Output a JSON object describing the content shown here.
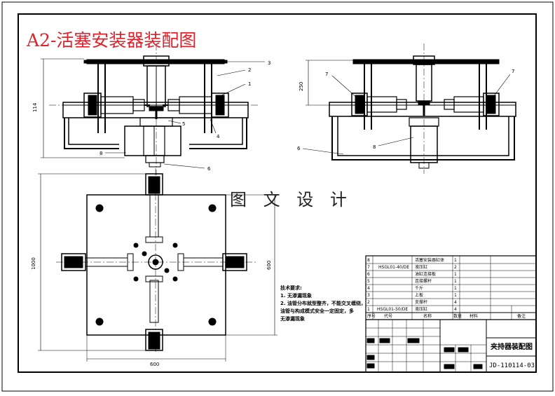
{
  "title": "A2-活塞安装器装配图",
  "watermark": "图 文 设 计",
  "dimensions": {
    "front_height": "114",
    "side_height": "250",
    "plan_height_left": "1000",
    "plan_height_right": "600",
    "plan_width": "600"
  },
  "balloons_front": [
    "3",
    "2",
    "1",
    "5",
    "4",
    "8",
    "6"
  ],
  "balloons_side": [
    "7",
    "7",
    "6",
    "8"
  ],
  "notes": {
    "heading": "技术要求:",
    "line1": "1. 无渗漏现象",
    "line2": "2. 油管分布就型整齐，不能交叉缠绕，",
    "line3": "   油管与构成模式安全一定固定，多",
    "line4": "   无渗漏现象"
  },
  "bom": {
    "rows": [
      {
        "no": "8",
        "code": "",
        "name": "活塞安装器缸体",
        "qty": "1"
      },
      {
        "no": "7",
        "code": "HSGL01-40/DE",
        "name": "液压缸",
        "qty": "2"
      },
      {
        "no": "6",
        "code": "",
        "name": "油缸连接板",
        "qty": "1"
      },
      {
        "no": "5",
        "code": "",
        "name": "连接螺杆",
        "qty": "1"
      },
      {
        "no": "4",
        "code": "",
        "name": "千斤",
        "qty": "1"
      },
      {
        "no": "3",
        "code": "",
        "name": "上板",
        "qty": "1"
      },
      {
        "no": "2",
        "code": "",
        "name": "支撑杆",
        "qty": "4"
      },
      {
        "no": "1",
        "code": "HSGL01-50/DE",
        "name": "液压缸",
        "qty": "4"
      }
    ],
    "header": {
      "no": "序号",
      "code": "代号",
      "name": "名称",
      "qty": "数量",
      "material": "材料",
      "remark": "备注"
    }
  },
  "title_block": {
    "drawing_name": "夹持器装配图",
    "drawing_number": "JD-110114-03"
  }
}
